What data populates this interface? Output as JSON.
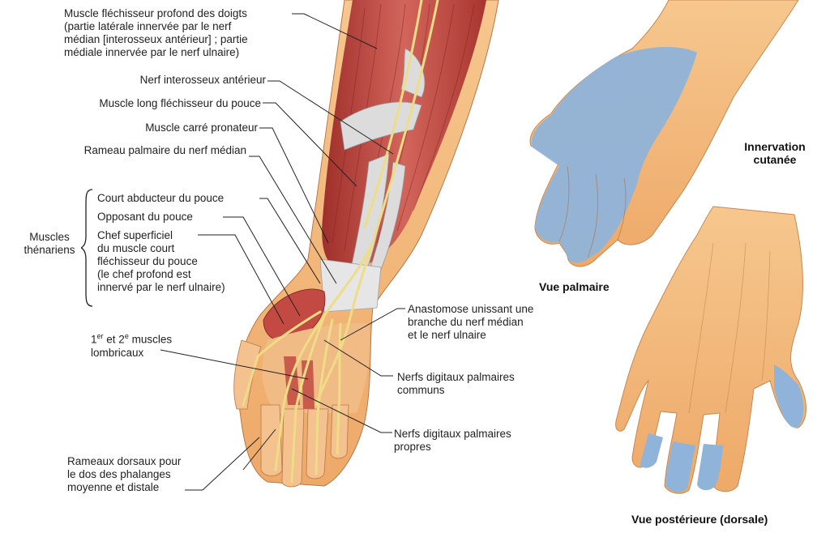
{
  "labels": {
    "fdp": "Muscle fléchisseur profond des doigts\n(partie latérale innervée par le nerf\nmédian [interosseux antérieur] ; partie\nmédiale innervée par le nerf ulnaire)",
    "interosseux": "Nerf interosseux antérieur",
    "long_flechisseur": "Muscle long fléchisseur du pouce",
    "carre_pronateur": "Muscle carré pronateur",
    "rameau_palmaire": "Rameau palmaire du nerf médian",
    "court_abducteur": "Court abducteur du pouce",
    "opposant": "Opposant du pouce",
    "chef_superficiel": "Chef superficiel\ndu muscle court\nfléchisseur du pouce\n(le chef profond est\ninnervé par le nerf ulnaire)",
    "muscles_thenariens": "Muscles\nthénariens",
    "lombricaux_line1": "1er et 2e muscles",
    "lombricaux_line2": "lombricaux",
    "rameaux_dorsaux": "Rameaux dorsaux pour\nle dos des phalanges\nmoyenne et distale",
    "anastomose": "Anastomose unissant une\nbranche du nerf médian\net le nerf ulnaire",
    "digitaux_communs": "Nerfs digitaux palmaires\ncommuns",
    "digitaux_propres": "Nerfs digitaux palmaires\npropres",
    "innervation": "Innervation\ncutanée",
    "vue_palmaire": "Vue palmaire",
    "vue_posterieure": "Vue postérieure (dorsale)"
  },
  "colors": {
    "skin": "#f2b77a",
    "median_territory": "#8fb3d9",
    "muscle": "#c8504a",
    "nerve": "#e8d27a",
    "tendon": "#d8d8d8",
    "leader_line": "#222222"
  }
}
